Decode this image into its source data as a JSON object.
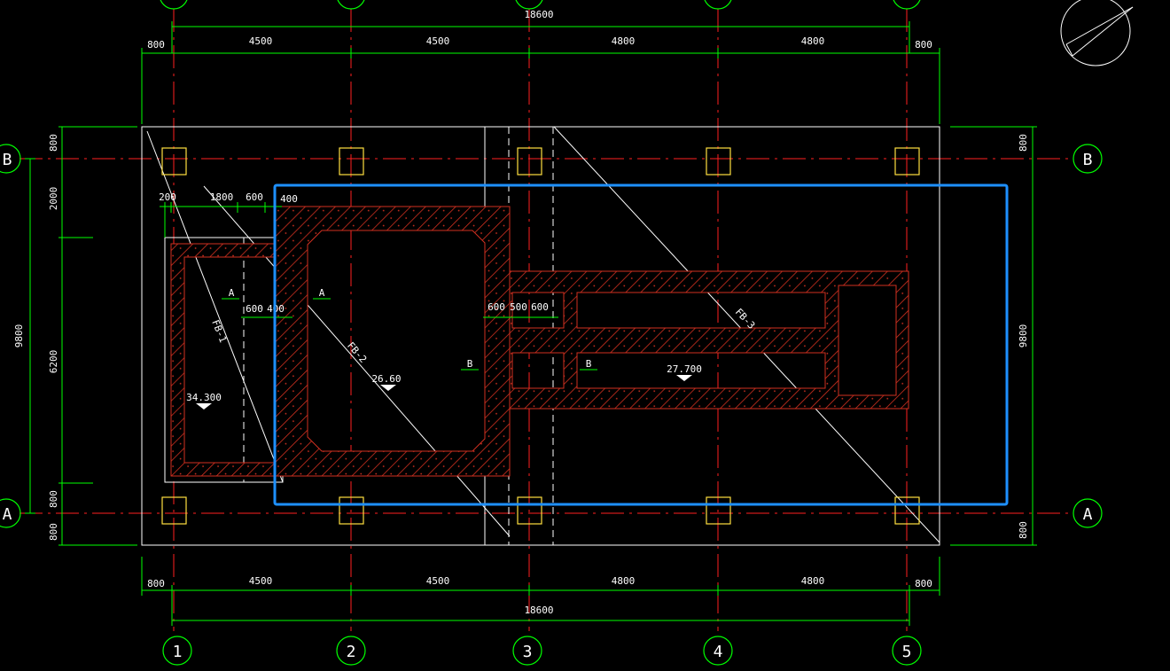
{
  "colors": {
    "background": "#000000",
    "dimension": "#00ff00",
    "axis": "#ff2020",
    "outline": "#ffffff",
    "hatch": "#d03020",
    "column": "#ffe040",
    "selection": "#1e90ff"
  },
  "grid": {
    "columns": [
      "1",
      "2",
      "3",
      "4",
      "5"
    ],
    "rows": [
      "B",
      "A"
    ]
  },
  "dims": {
    "total_top": "18600",
    "top_segments": [
      "800",
      "4500",
      "4500",
      "4800",
      "4800",
      "800"
    ],
    "bottom_segments": [
      "800",
      "4500",
      "4500",
      "4800",
      "4800",
      "800"
    ],
    "total_bottom": "18600",
    "left_outer": "9800",
    "left_segments": [
      "800",
      "2000",
      "6200",
      "800",
      "800"
    ],
    "right_outer": "9800",
    "right_top": "800",
    "right_bottom": "800",
    "fb1_widths": [
      "200",
      "1800",
      "600",
      "400"
    ],
    "fb1_mid": [
      "600",
      "400"
    ],
    "fb3_widths": [
      "600",
      "500",
      "600"
    ]
  },
  "labels": {
    "fb1": "FB-1",
    "fb2": "FB-2",
    "fb3": "FB-3",
    "section_a1": "A",
    "section_a2": "A",
    "section_b1": "B",
    "section_b2": "B",
    "elev1": "34.300",
    "elev2": "26.60",
    "elev3": "27.700"
  }
}
